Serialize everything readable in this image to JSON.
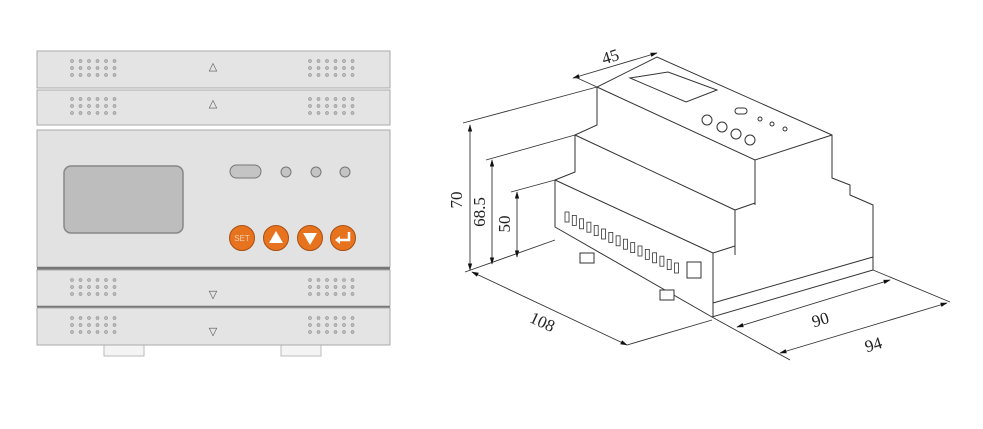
{
  "front_view": {
    "buttons": [
      {
        "label": "SET",
        "icon": "set-label"
      },
      {
        "label": "",
        "icon": "triangle-up-icon"
      },
      {
        "label": "",
        "icon": "triangle-down-icon"
      },
      {
        "label": "",
        "icon": "enter-arrow-icon"
      }
    ],
    "colors": {
      "body": "#e3e3e3",
      "button": "#e8731f",
      "display": "#bdbdbd"
    }
  },
  "dimension_drawing": {
    "width": "45",
    "height_total": "70",
    "height_mid": "68.5",
    "height_low": "50",
    "depth": "108",
    "base_width": "90",
    "total_width": "94"
  }
}
